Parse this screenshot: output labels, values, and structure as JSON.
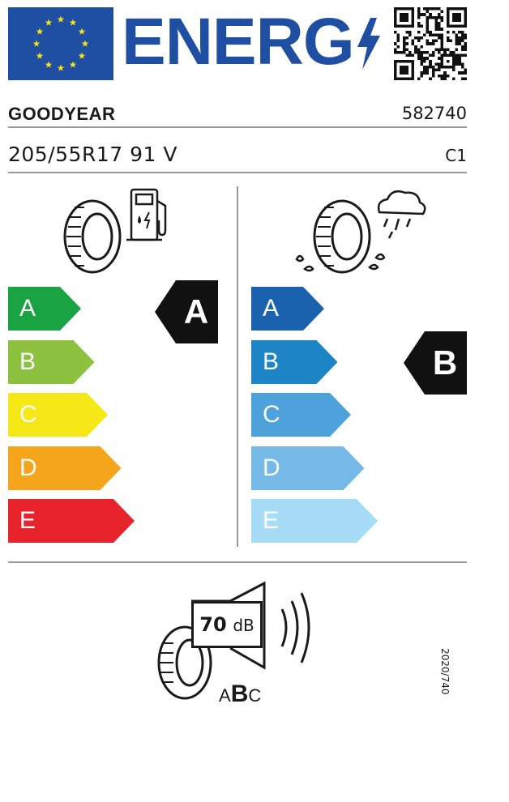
{
  "header": {
    "title": "ENERG",
    "bolt_icon": "lightning-bolt-icon",
    "flag_icon": "eu-flag-icon",
    "qr_icon": "qr-code-icon"
  },
  "supplier": {
    "brand": "GOODYEAR",
    "article_number": "582740"
  },
  "tyre": {
    "size_designation": "205/55R17 91 V",
    "tyre_class": "C1"
  },
  "fuel_efficiency": {
    "icon": "tyre-fuel-pump-icon",
    "classes": [
      "A",
      "B",
      "C",
      "D",
      "E"
    ],
    "colors": [
      "#19a342",
      "#8cc23f",
      "#f6e716",
      "#f4a51b",
      "#e7242b"
    ],
    "selected": "A"
  },
  "wet_grip": {
    "icon": "tyre-rain-cloud-icon",
    "classes": [
      "A",
      "B",
      "C",
      "D",
      "E"
    ],
    "colors": [
      "#1a62ad",
      "#1d84c6",
      "#4ea2db",
      "#75b9e6",
      "#a6dcf6"
    ],
    "selected": "B"
  },
  "noise": {
    "icon": "tyre-speaker-icon",
    "value": "70",
    "unit": "dB",
    "classes": [
      "A",
      "B",
      "C"
    ],
    "selected": "B"
  },
  "regulation": "2020/740"
}
